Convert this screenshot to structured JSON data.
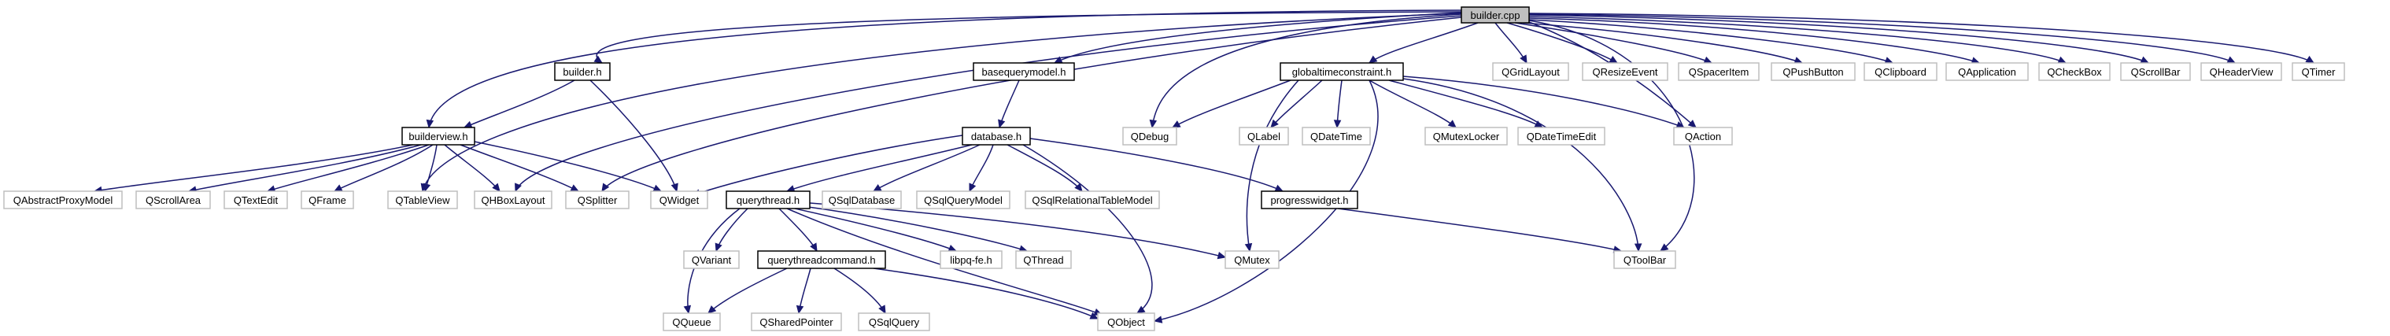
{
  "colors": {
    "edge": "#191970",
    "root_fill": "#bfbfbf",
    "local_border": "#000000",
    "external_border": "#bfbfbf"
  },
  "nodes": {
    "builder_cpp": "builder.cpp",
    "builder_h": "builder.h",
    "basequerymodel_h": "basequerymodel.h",
    "globaltimeconstraint_h": "globaltimeconstraint.h",
    "builderview_h": "builderview.h",
    "database_h": "database.h",
    "querythread_h": "querythread.h",
    "progresswidget_h": "progresswidget.h",
    "querythreadcommand_h": "querythreadcommand.h",
    "QGridLayout": "QGridLayout",
    "QResizeEvent": "QResizeEvent",
    "QSpacerItem": "QSpacerItem",
    "QPushButton": "QPushButton",
    "QClipboard": "QClipboard",
    "QApplication": "QApplication",
    "QCheckBox": "QCheckBox",
    "QScrollBar": "QScrollBar",
    "QHeaderView": "QHeaderView",
    "QTimer": "QTimer",
    "QDebug": "QDebug",
    "QLabel": "QLabel",
    "QDateTime": "QDateTime",
    "QMutexLocker": "QMutexLocker",
    "QDateTimeEdit": "QDateTimeEdit",
    "QAction": "QAction",
    "QAbstractProxyModel": "QAbstractProxyModel",
    "QScrollArea": "QScrollArea",
    "QTextEdit": "QTextEdit",
    "QFrame": "QFrame",
    "QTableView": "QTableView",
    "QHBoxLayout": "QHBoxLayout",
    "QSplitter": "QSplitter",
    "QWidget": "QWidget",
    "QSqlDatabase": "QSqlDatabase",
    "QSqlQueryModel": "QSqlQueryModel",
    "QSqlRelationalTableModel": "QSqlRelationalTableModel",
    "QVariant": "QVariant",
    "libpq_fe_h": "libpq-fe.h",
    "QThread": "QThread",
    "QMutex": "QMutex",
    "QToolBar": "QToolBar",
    "QQueue": "QQueue",
    "QSharedPointer": "QSharedPointer",
    "QSqlQuery": "QSqlQuery",
    "QObject": "QObject"
  }
}
